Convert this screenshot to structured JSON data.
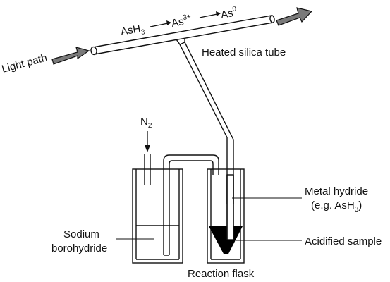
{
  "diagram": {
    "light_path_label": "Light path",
    "tube_label": "Heated silica tube",
    "reaction": {
      "species1_base": "AsH",
      "species1_sub": "3",
      "species2_base": "As",
      "species2_sup": "3+",
      "species3_base": "As",
      "species3_sup": "0"
    },
    "n2": {
      "base": "N",
      "sub": "2"
    },
    "metal_hydride_line1": "Metal hydride",
    "metal_hydride_line2_prefix": "(e.g. AsH",
    "metal_hydride_line2_sub": "3",
    "metal_hydride_line2_suffix": ")",
    "acidified_sample_label": "Acidified sample",
    "sodium_label_line1": "Sodium",
    "sodium_label_line2": "borohydride",
    "reaction_flask_label": "Reaction flask",
    "colors": {
      "line": "#111111",
      "arrow_fill": "#7a7a7a",
      "sample_fill": "#000000",
      "background": "#ffffff"
    }
  }
}
